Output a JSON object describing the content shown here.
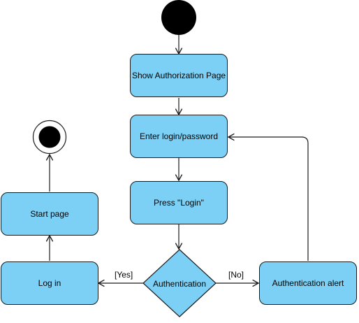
{
  "colors": {
    "node_fill": "#7dd0f5",
    "stroke": "#1a1a1a",
    "initial_node": "#000000",
    "background": "#ffffff"
  },
  "nodes": {
    "show_authorization": "Show Authorization Page",
    "enter_credentials": "Enter login/password",
    "press_login": "Press \"Login\"",
    "authentication": "Authentication",
    "authentication_alert": "Authentication alert",
    "log_in": "Log in",
    "start_page": "Start page"
  },
  "edges": {
    "yes_label": "[Yes]",
    "no_label": "[No]"
  }
}
